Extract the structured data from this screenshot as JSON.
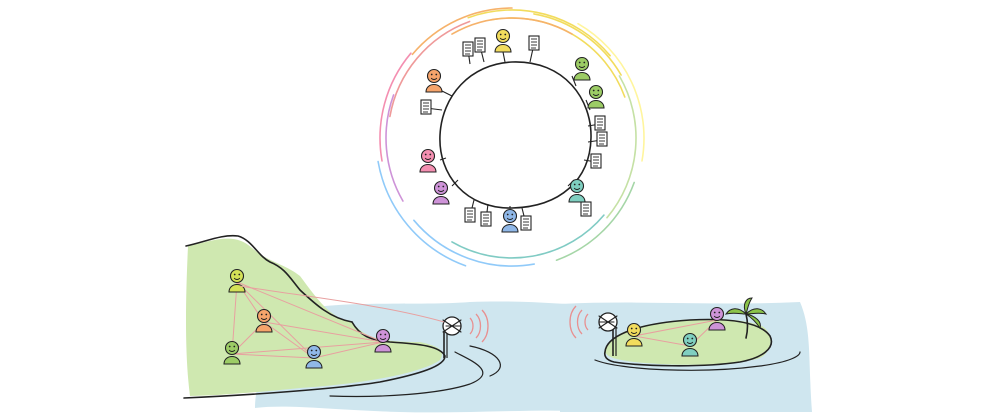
{
  "diagram": {
    "ring": {
      "arc_colors": [
        "#f2dc5d",
        "#f6b26b",
        "#ef9a9a",
        "#f48fb1",
        "#ce93d8",
        "#90caf9",
        "#80cbc4",
        "#a5d6a7",
        "#c5e1a5",
        "#fff59d"
      ],
      "people": [
        {
          "name": "person-top",
          "color": "#f2dc5d"
        },
        {
          "name": "person-top-left",
          "color": "#f6a46b"
        },
        {
          "name": "person-right-upper-1",
          "color": "#9ccc65"
        },
        {
          "name": "person-right-upper-2",
          "color": "#9ccc65"
        },
        {
          "name": "person-left-pink",
          "color": "#f48fb1"
        },
        {
          "name": "person-left-purple",
          "color": "#ce93d8"
        },
        {
          "name": "person-bottom-blue",
          "color": "#90b8e8"
        },
        {
          "name": "person-right-teal",
          "color": "#7fcfc0"
        }
      ]
    },
    "left_island": {
      "land_color": "#cfe8b0",
      "people_colors": [
        "#d4e157",
        "#f6a46b",
        "#9ccc65",
        "#90b8e8",
        "#ce93d8"
      ],
      "link_color": "#e8a0a0"
    },
    "right_island": {
      "land_color": "#cfe8b0",
      "people_colors": [
        "#f2dc5d",
        "#ce93d8",
        "#7fcfc0"
      ],
      "link_color": "#e8a0a0"
    },
    "water_color": "#cfe6ef",
    "signal_color": "#e89090"
  }
}
